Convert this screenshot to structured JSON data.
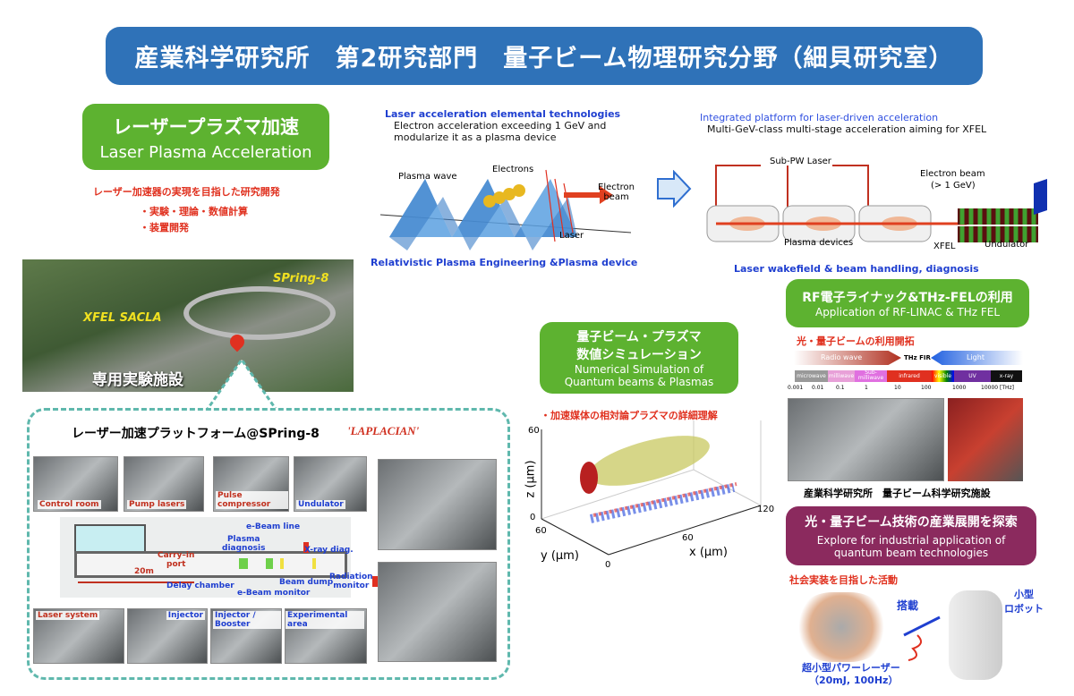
{
  "header": {
    "title": "産業科学研究所　第2研究部門　量子ビーム物理研究分野（細貝研究室）"
  },
  "lpa": {
    "title_jp": "レーザープラズマ加速",
    "title_en": "Laser Plasma Acceleration",
    "goal": "レーザー加速器の実現を目指した研究開発",
    "bullets": [
      "・実験・理論・数値計算",
      "・装置開発"
    ]
  },
  "elemental": {
    "title": "Laser acceleration elemental technologies",
    "desc1": "Electron acceleration exceeding 1 GeV and",
    "desc2": "modularize it as a plasma device",
    "labels": {
      "plasma_wave": "Plasma wave",
      "electrons": "Electrons",
      "electron_beam": "Electron\nbeam",
      "laser": "Laser"
    },
    "footer": "Relativistic Plasma Engineering &Plasma device"
  },
  "platform": {
    "title": "Integrated platform for laser-driven acceleration",
    "desc": "Multi-GeV-class multi-stage acceleration aiming for XFEL",
    "labels": {
      "laser": "Sub-PW Laser",
      "beam": "Electron beam",
      "beam_energy": "(> 1 GeV)",
      "devices": "Plasma devices",
      "xfel": "XFEL",
      "undulator": "Undulator"
    },
    "footer": "Laser wakefield & beam  handling, diagnosis"
  },
  "aerial": {
    "spring8": "SPring-8",
    "sacla": "XFEL SACLA",
    "facility": "専用実験施設"
  },
  "laplacian": {
    "title": "レーザー加速プラットフォーム@SPring-8",
    "name": "'LAPLACIAN'",
    "photo_labels": [
      "Control room",
      "Pump lasers",
      "Pulse compressor",
      "Undulator",
      "Laser system",
      "Injector",
      "Injector / Booster",
      "Experimental area"
    ],
    "plan_labels": {
      "carry_in": "Carry–in\nport",
      "scale": "20m",
      "delay": "Delay chamber",
      "plasma_diag": "Plasma\ndiagnosis",
      "ebeam_line": "e-Beam line",
      "ebeam_monitor": "e-Beam monitor",
      "beam_dump": "Beam dump",
      "xray": "X-ray diag.",
      "radiation": "Radiation\nmonitor"
    }
  },
  "simulation": {
    "title_jp1": "量子ビーム・プラズマ",
    "title_jp2": "数値シミュレーション",
    "title_en1": "Numerical Simulation of",
    "title_en2": "Quantum beams & Plasmas",
    "note": "・加速媒体の相対論プラズマの詳細理解"
  },
  "chart_data": {
    "type": "scatter3d",
    "xlabel": "x (μm)",
    "ylabel": "y (μm)",
    "zlabel": "z (μm)",
    "x_ticks": [
      "60",
      "120"
    ],
    "y_ticks": [
      "60",
      "0"
    ],
    "z_ticks": [
      "60",
      "0"
    ]
  },
  "rf": {
    "title_jp": "RF電子ライナック&THz-FELの利用",
    "title_en": "Application of RF-LINAC & THz FEL",
    "subtitle": "光・量子ビームの利用開拓",
    "radio": "Radio wave",
    "thz": "THz FIR",
    "light": "Light",
    "bands": [
      "microwave",
      "milliwave",
      "Sub-milliwave",
      "infrared",
      "visible",
      "UV",
      "x-ray"
    ],
    "ticks": [
      "0.001",
      "0.01",
      "0.1",
      "1",
      "10",
      "100",
      "1000",
      "10000 [THz]"
    ],
    "caption": "産業科学研究所　量子ビーム科学研究施設"
  },
  "industry": {
    "title_jp": "光・量子ビーム技術の産業展開を探索",
    "title_en1": "Explore for industrial application of",
    "title_en2": "quantum beam technologies",
    "note": "社会実装を目指した活動",
    "mount": "搭載",
    "robot": "小型\nロボット",
    "laser": "超小型パワーレーザー",
    "laser_spec": "（20mJ, 100Hz）"
  },
  "colors": {
    "banner": "#2f72b8",
    "green": "#5db230",
    "purple": "#8b2a5e",
    "red": "#e0301e",
    "blue": "#1f3fd0"
  }
}
